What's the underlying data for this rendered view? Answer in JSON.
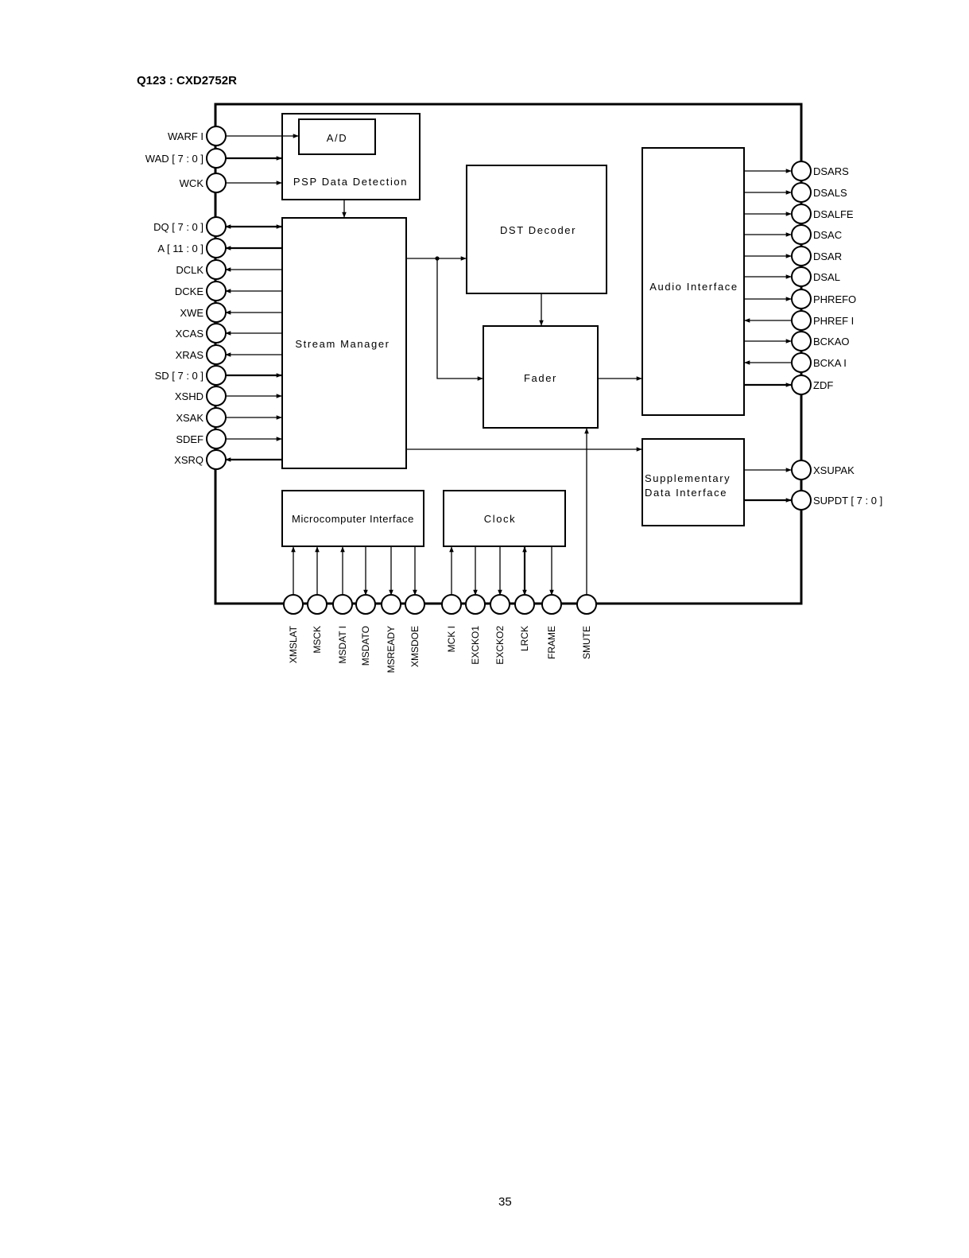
{
  "page": {
    "title": "Q123 : CXD2752R",
    "page_number": "35"
  },
  "blocks": {
    "ad": "A/D",
    "psp": "PSP Data Detection",
    "stream": "Stream Manager",
    "dst": "DST Decoder",
    "fader": "Fader",
    "audio": "Audio Interface",
    "supp_line1": "Supplementary",
    "supp_line2": "Data Interface",
    "micro": "Microcomputer Interface",
    "clock": "Clock"
  },
  "pins": {
    "left": [
      "WARF I",
      "WAD [ 7 : 0 ]",
      "WCK",
      "DQ [ 7 : 0 ]",
      "A [ 11 : 0 ]",
      "DCLK",
      "DCKE",
      "XWE",
      "XCAS",
      "XRAS",
      "SD [ 7 : 0 ]",
      "XSHD",
      "XSAK",
      "SDEF",
      "XSRQ"
    ],
    "right": [
      "DSARS",
      "DSALS",
      "DSALFE",
      "DSAC",
      "DSAR",
      "DSAL",
      "PHREFO",
      "PHREF I",
      "BCKAO",
      "BCKA I",
      "ZDF",
      "XSUPAK",
      "SUPDT [ 7 : 0 ]"
    ],
    "bottom": [
      "XMSLAT",
      "MSCK",
      "MSDAT I",
      "MSDATO",
      "MSREADY",
      "XMSDOE",
      "MCK I",
      "EXCKO1",
      "EXCKO2",
      "LRCK",
      "FRAME",
      "SMUTE"
    ]
  }
}
